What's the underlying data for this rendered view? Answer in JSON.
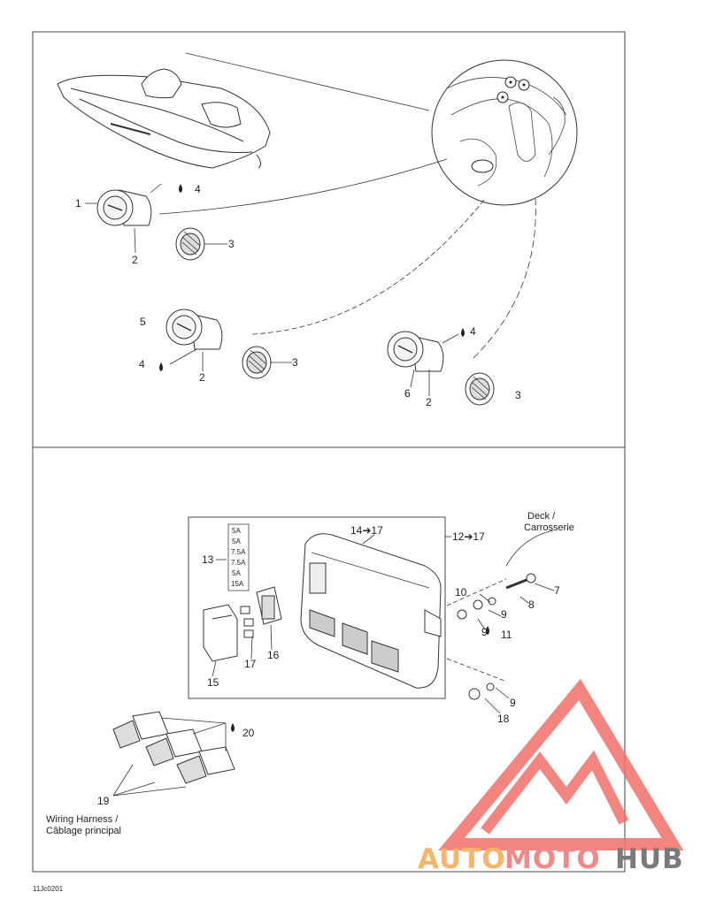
{
  "labels": {
    "n1": "1",
    "n2a": "2",
    "n2b": "2",
    "n2c": "2",
    "n3a": "3",
    "n3b": "3",
    "n3c": "3",
    "n4a": "4",
    "n4b": "4",
    "n4c": "4",
    "n5": "5",
    "n6": "6",
    "n7": "7",
    "n8": "8",
    "n9a": "9",
    "n9b": "9",
    "n9c": "9",
    "n10": "10",
    "n11": "11",
    "n12": "12➔17",
    "n13": "13",
    "n14": "14➔17",
    "n15": "15",
    "n16": "16",
    "n17": "17",
    "n18": "18",
    "n19": "19",
    "n20": "20"
  },
  "fuses": [
    "5A",
    "5A",
    "7.5A",
    "7.5A",
    "5A",
    "15A"
  ],
  "captions": {
    "deck_line1": "Deck /",
    "deck_line2": "Carrosserie",
    "harness_line1": "Wiring Harness /",
    "harness_line2": "Câblage principal",
    "figure_code": "11Jc0201"
  },
  "watermark": {
    "part1": "AUTO",
    "part2": "MOTO",
    "part3": "HUB",
    "color1": "#f6b56a",
    "color2": "#f08a8a",
    "color3": "#7a7a7a",
    "logo_color": "#f2706a"
  }
}
